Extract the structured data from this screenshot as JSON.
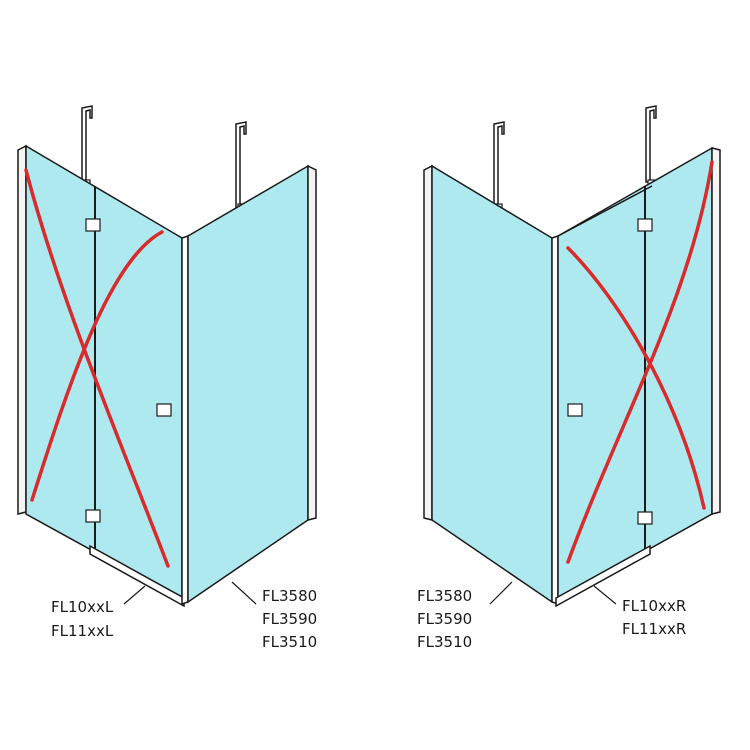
{
  "colors": {
    "glass": "#aee9ef",
    "outline": "#1a1a1a",
    "cross": "#d92b2b",
    "profile": "#f4f4f4"
  },
  "left_enclosure": {
    "door_labels": [
      "FL10xxL",
      "FL11xxL"
    ],
    "side_panel_labels": [
      "FL3580",
      "FL3590",
      "FL3510"
    ]
  },
  "right_enclosure": {
    "side_panel_labels": [
      "FL3580",
      "FL3590",
      "FL3510"
    ],
    "door_labels": [
      "FL10xxR",
      "FL11xxR"
    ]
  }
}
